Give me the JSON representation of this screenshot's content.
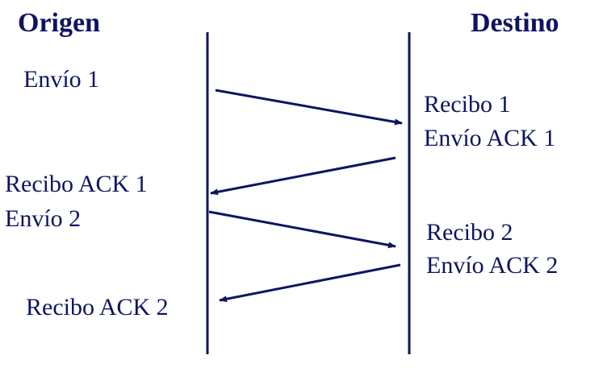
{
  "headings": {
    "origin": "Origen",
    "destination": "Destino"
  },
  "origin_labels": {
    "send_1": "Envío 1",
    "receive_ack_1": "Recibo ACK 1",
    "send_2": "Envío 2",
    "receive_ack_2": "Recibo ACK 2"
  },
  "destination_labels": {
    "receive_1": "Recibo 1",
    "send_ack_1": "Envío ACK 1",
    "receive_2": "Recibo 2",
    "send_ack_2": "Envío ACK 2"
  },
  "colors": {
    "ink": "#0d1560",
    "background": "#ffffff"
  }
}
